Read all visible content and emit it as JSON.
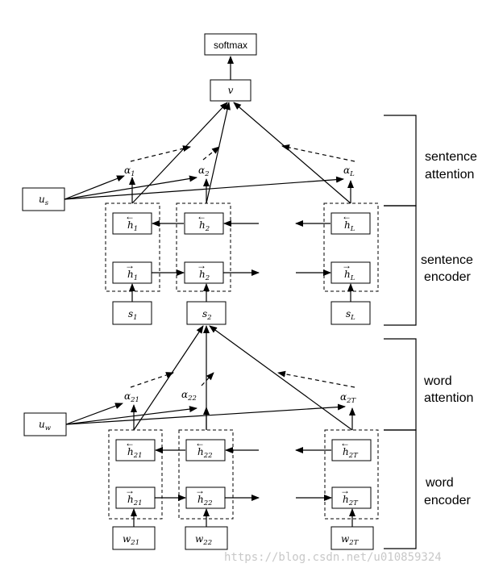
{
  "top": {
    "softmax": "softmax",
    "v": "v"
  },
  "sentence": {
    "context_vector": {
      "main": "u",
      "sub": "s"
    },
    "alphas": [
      {
        "main": "α",
        "sub": "1"
      },
      {
        "main": "α",
        "sub": "2"
      },
      {
        "main": "α",
        "sub": "L"
      }
    ],
    "backward_states": [
      {
        "main": "h",
        "sub": "1"
      },
      {
        "main": "h",
        "sub": "2"
      },
      {
        "main": "h",
        "sub": "L"
      }
    ],
    "forward_states": [
      {
        "main": "h",
        "sub": "1"
      },
      {
        "main": "h",
        "sub": "2"
      },
      {
        "main": "h",
        "sub": "L"
      }
    ],
    "inputs": [
      {
        "main": "s",
        "sub": "1"
      },
      {
        "main": "s",
        "sub": "2"
      },
      {
        "main": "s",
        "sub": "L"
      }
    ],
    "attention_label": [
      "sentence",
      "attention"
    ],
    "encoder_label": [
      "sentence",
      "encoder"
    ]
  },
  "word": {
    "context_vector": {
      "main": "u",
      "sub": "w"
    },
    "alphas": [
      {
        "main": "α",
        "sub": "21"
      },
      {
        "main": "α",
        "sub": "22"
      },
      {
        "main": "α",
        "sub": "2T"
      }
    ],
    "backward_states": [
      {
        "main": "h",
        "sub": "21"
      },
      {
        "main": "h",
        "sub": "22"
      },
      {
        "main": "h",
        "sub": "2T"
      }
    ],
    "forward_states": [
      {
        "main": "h",
        "sub": "21"
      },
      {
        "main": "h",
        "sub": "22"
      },
      {
        "main": "h",
        "sub": "2T"
      }
    ],
    "inputs": [
      {
        "main": "w",
        "sub": "21"
      },
      {
        "main": "w",
        "sub": "22"
      },
      {
        "main": "w",
        "sub": "2T"
      }
    ],
    "attention_label": [
      "word",
      "attention"
    ],
    "encoder_label": [
      "word",
      "encoder"
    ]
  },
  "watermark": "https://blog.csdn.net/u010859324"
}
